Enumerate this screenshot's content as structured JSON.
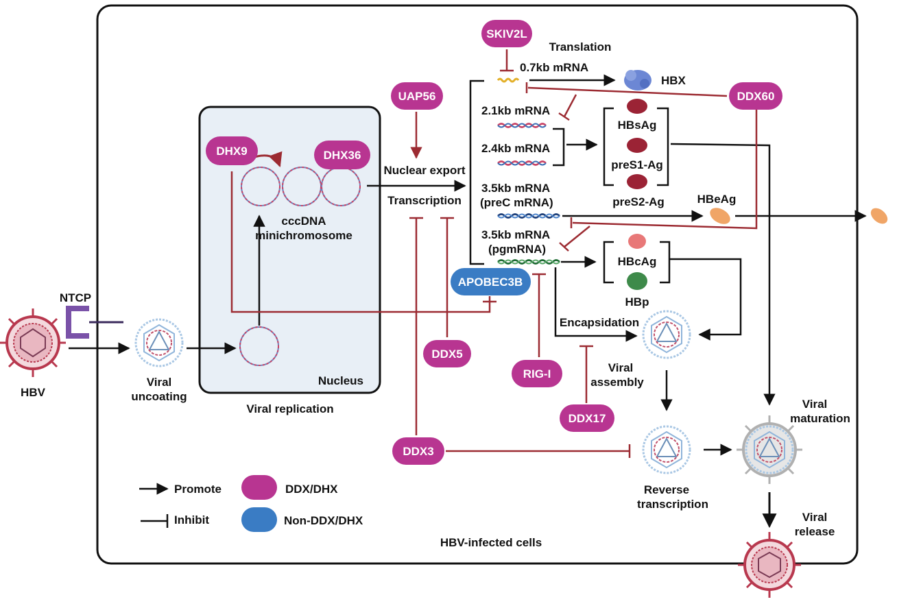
{
  "proteins": {
    "skiv2l": "SKIV2L",
    "uap56": "UAP56",
    "dhx9": "DHX9",
    "dhx36": "DHX36",
    "ddx60": "DDX60",
    "apobec3b": "APOBEC3B",
    "ddx5": "DDX5",
    "rigi": "RIG-I",
    "ddx17": "DDX17",
    "ddx3": "DDX3"
  },
  "labels": {
    "translation": "Translation",
    "mrna_07": "0.7kb mRNA",
    "hbx": "HBX",
    "mrna_21": "2.1kb mRNA",
    "mrna_24": "2.4kb mRNA",
    "mrna_35_prec": "3.5kb mRNA",
    "prec_mrna": "(preC mRNA)",
    "mrna_35_pg": "3.5kb mRNA",
    "pgmrna": "(pgmRNA)",
    "hbsag": "HBsAg",
    "pres1": "preS1-Ag",
    "pres2": "preS2-Ag",
    "hbeag": "HBeAg",
    "hbcag": "HBcAg",
    "hbp": "HBp",
    "nuclear_export": "Nuclear export",
    "transcription": "Transcription",
    "cccdna": "cccDNA",
    "minichromosome": "minichromosome",
    "nucleus": "Nucleus",
    "viral_replication": "Viral replication",
    "ntcp": "NTCP",
    "hbv": "HBV",
    "viral_uncoating_1": "Viral",
    "viral_uncoating_2": "uncoating",
    "encapsidation": "Encapsidation",
    "viral_assembly_1": "Viral",
    "viral_assembly_2": "assembly",
    "reverse_1": "Reverse",
    "reverse_2": "transcription",
    "maturation_1": "Viral",
    "maturation_2": "maturation",
    "release_1": "Viral",
    "release_2": "release",
    "cell_title": "HBV-infected cells"
  },
  "legend": {
    "promote": "Promote",
    "inhibit": "Inhibit",
    "ddx_dhx": "DDX/DHX",
    "non_ddx_dhx": "Non-DDX/DHX"
  },
  "colors": {
    "ddx_pill": "#b83591",
    "non_ddx_pill": "#3a7cc4",
    "inhibit_line": "#9c2b32",
    "nucleus_fill": "#e8eff6",
    "antigen_red": "#9b2335",
    "hbp_green": "#3e8a4a",
    "hbe_orange": "#f0a567"
  }
}
